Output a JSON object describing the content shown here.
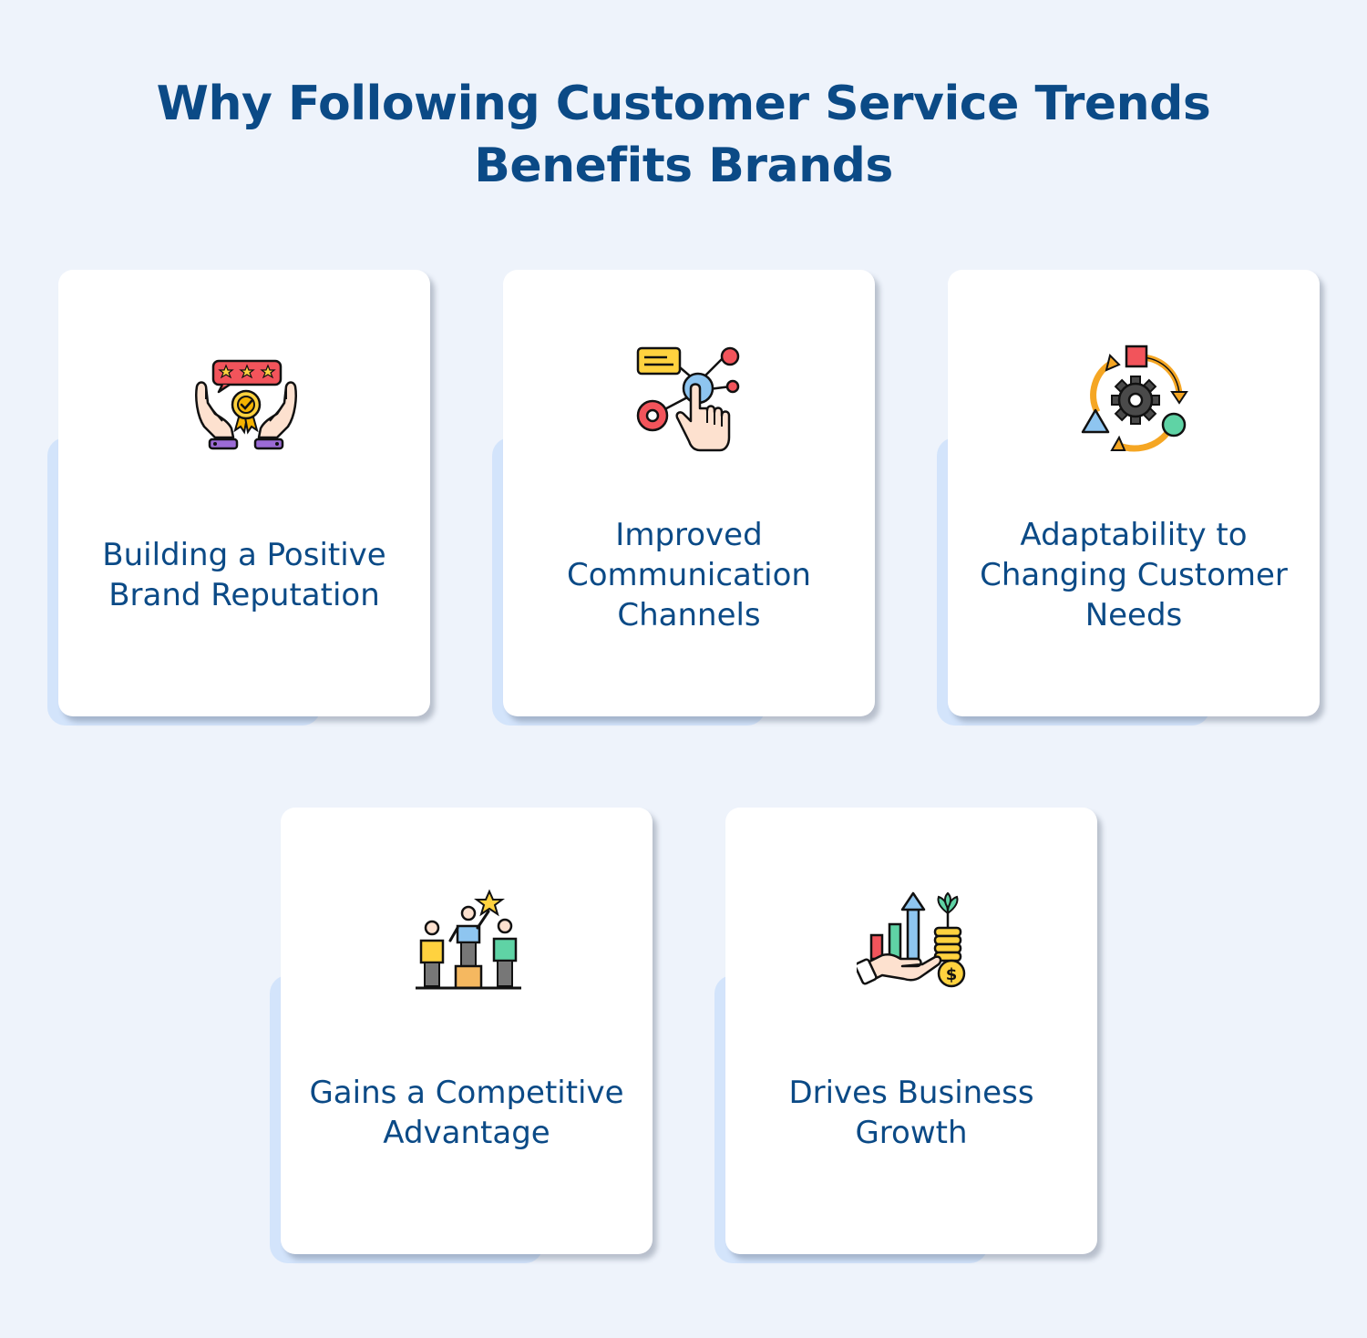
{
  "title": {
    "line1": "Why Following Customer Service Trends",
    "line2": "Benefits Brands"
  },
  "cards": [
    {
      "label": "Building a Positive Brand Reputation",
      "icon": "reputation-award-hands-icon"
    },
    {
      "label": "Improved Communication Channels",
      "icon": "communication-network-touch-icon"
    },
    {
      "label": "Adaptability to Changing Customer Needs",
      "icon": "adaptability-gear-cycle-icon"
    },
    {
      "label": "Gains a Competitive Advantage",
      "icon": "competitive-podium-icon"
    },
    {
      "label": "Drives Business Growth",
      "icon": "business-growth-chart-coins-icon"
    }
  ],
  "colors": {
    "background": "#eef3fb",
    "title": "#0b4a86",
    "card": "#ffffff",
    "card_back": "#d3e4fb"
  }
}
